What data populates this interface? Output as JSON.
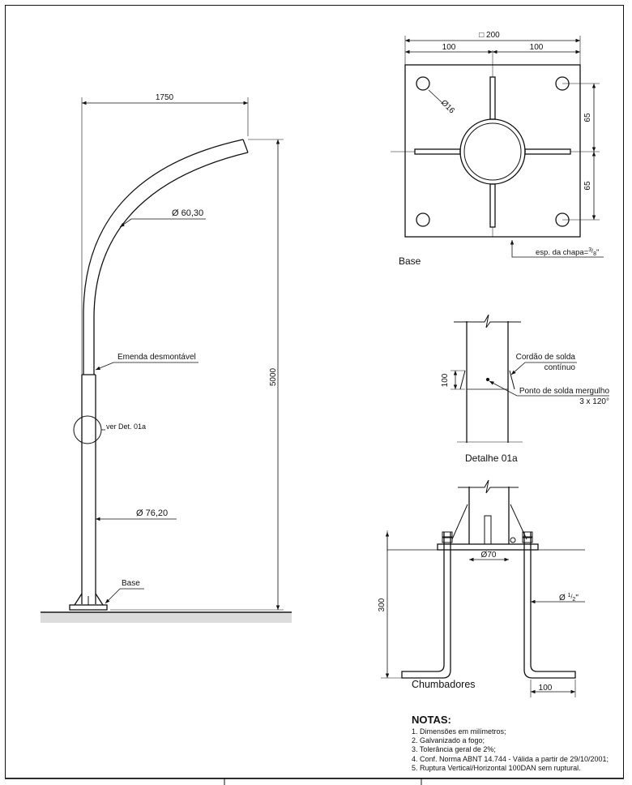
{
  "labels": {
    "dim_1750": "1750",
    "dim_60": "Ø 60,30",
    "emenda": "Emenda desmontável",
    "ver_det": "ver Det. 01a",
    "dim_5000": "5000",
    "dim_76": "Ø 76,20",
    "base_callout": "Base",
    "dim_200": "□ 200",
    "dim_100_left": "100",
    "dim_100_right": "100",
    "dim_16": "Ø16",
    "dim_65_top": "65",
    "dim_65_bottom": "65",
    "esp_chapa": "esp. da chapa=",
    "esp_chapa_frac_num": "3",
    "esp_chapa_frac_den": "8",
    "esp_chapa_suffix": "\"",
    "base_title": "Base",
    "cordao_1": "Cordão de solda",
    "cordao_2": "contínuo",
    "dim_100_det": "100",
    "ponto_1": "Ponto de solda mergulho",
    "ponto_2": "3 x 120°",
    "detalhe_title": "Detalhe 01a",
    "dim_70": "Ø70",
    "dim_half_prefix": "Ø ",
    "dim_half_num": "1",
    "dim_half_den": "2",
    "dim_half_suffix": "\"",
    "dim_300": "300",
    "dim_100_bottom": "100",
    "chumbadores_title": "Chumbadores"
  },
  "notes": {
    "title": "NOTAS:",
    "items": [
      "1. Dimensões em milímetros;",
      "2. Galvanizado a fogo;",
      "3. Tolerância geral de 2%;",
      "4. Conf. Norma ABNT 14.744 - Válida a partir de 29/10/2001;",
      "5. Ruptura Vertical/Horizontal 100DAN sem ruptural."
    ]
  }
}
